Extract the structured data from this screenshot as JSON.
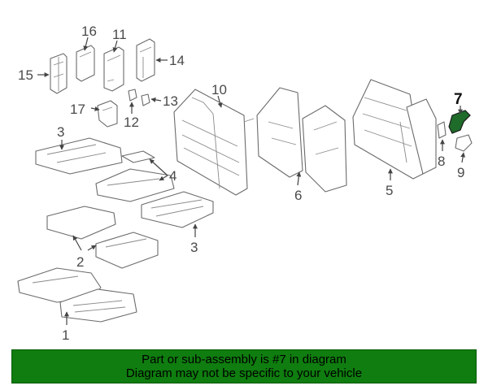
{
  "callouts": {
    "c1": "1",
    "c2": "2",
    "c3a": "3",
    "c3b": "3",
    "c4": "4",
    "c5": "5",
    "c6": "6",
    "c7": "7",
    "c8": "8",
    "c9": "9",
    "c10": "10",
    "c11": "11",
    "c12": "12",
    "c13": "13",
    "c14": "14",
    "c15": "15",
    "c16": "16",
    "c17": "17"
  },
  "highlight_part": "7",
  "colors": {
    "banner_bg": "#0f7d0f",
    "highlight": "#1f6b2a"
  },
  "banner": {
    "line1": "Part or sub-assembly is #7 in diagram",
    "line2": "Diagram may not be specific to your vehicle"
  }
}
